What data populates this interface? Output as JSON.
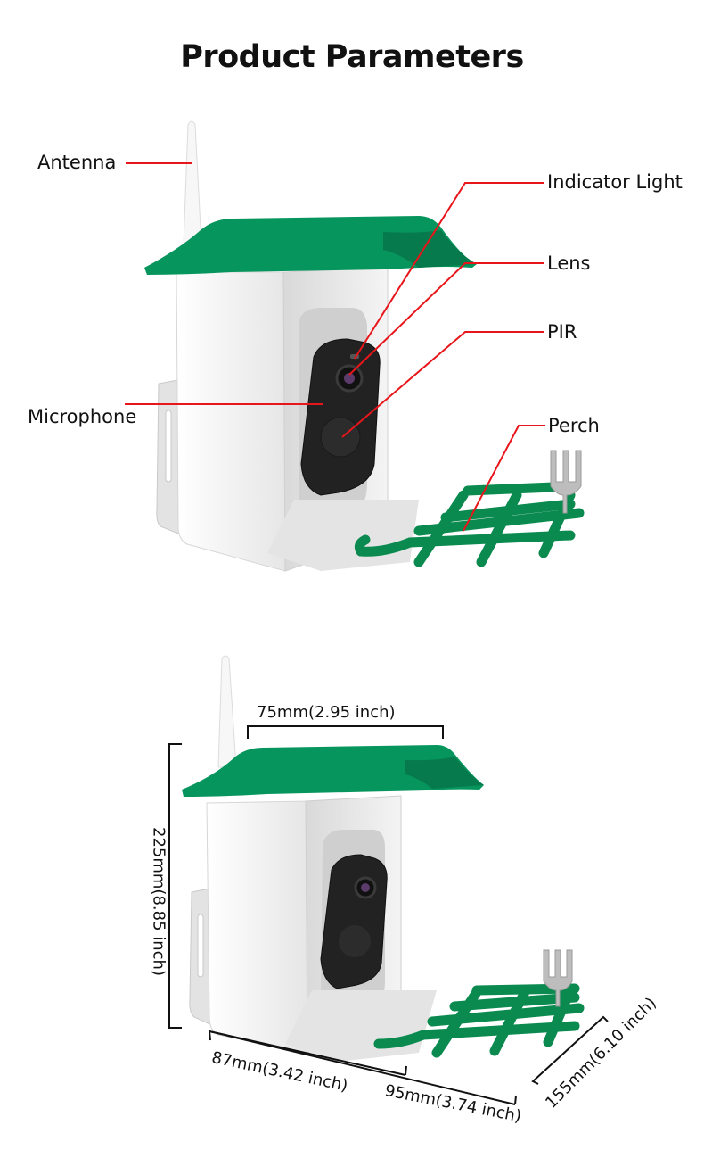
{
  "page": {
    "title": "Product Parameters"
  },
  "colors": {
    "roof_green": "#07955e",
    "roof_green_dark": "#067a4c",
    "perch_green": "#0a8a4f",
    "callout_red": "#e8161b",
    "body_white": "#f2f2f2",
    "camera_black": "#222222"
  },
  "diagram_1": {
    "callouts": [
      {
        "id": "antenna",
        "label": "Antenna"
      },
      {
        "id": "indicator-light",
        "label": "Indicator Light"
      },
      {
        "id": "lens",
        "label": "Lens"
      },
      {
        "id": "pir",
        "label": "PIR"
      },
      {
        "id": "microphone",
        "label": "Microphone"
      },
      {
        "id": "perch",
        "label": "Perch"
      }
    ]
  },
  "diagram_2": {
    "dimensions": {
      "roof_width": "75mm(2.95 inch)",
      "height": "225mm(8.85 inch)",
      "body_depth": "87mm(3.42 inch)",
      "perch_length": "95mm(3.74 inch)",
      "perch_width": "155mm(6.10 inch)"
    }
  }
}
